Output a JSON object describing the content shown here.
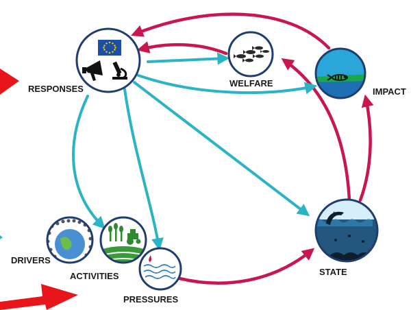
{
  "nodes": {
    "responses": {
      "label": "RESPONSES",
      "icon": "eu-flag-megaphone-microscope-icon"
    },
    "welfare": {
      "label": "WELFARE",
      "icon": "fish-shoal-icon"
    },
    "impact": {
      "label": "IMPACT",
      "icon": "dead-fish-icon"
    },
    "state": {
      "label": "STATE",
      "icon": "ocean-dolphin-icon"
    },
    "pressures": {
      "label": "PRESSURES",
      "icon": "polluted-water-icon"
    },
    "activities": {
      "label": "ACTIVITIES",
      "icon": "agriculture-tractor-icon"
    },
    "drivers": {
      "label": "DRIVERS",
      "icon": "crowd-globe-icon"
    }
  },
  "colors": {
    "response_arrow": "#2bb3c6",
    "impact_arrow": "#c8174f",
    "node_border": "#1f3d6e",
    "accent_red": "#e8151b"
  }
}
